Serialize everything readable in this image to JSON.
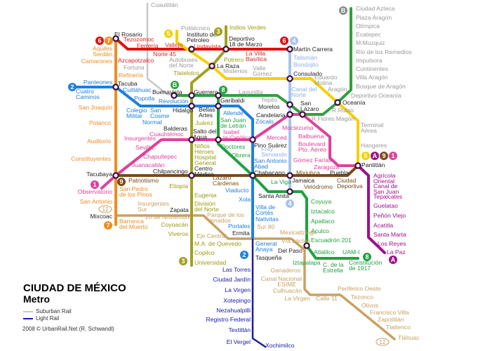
{
  "map": {
    "title": "CIUDAD DE MÉXICO",
    "subtitle": "Metro"
  },
  "legend": {
    "suburban": "Suburban Rail",
    "light_rail": "Light Rail",
    "copyright": "2008 © UrbanRail.Net (R. Schwandl)"
  },
  "colors": {
    "line1": "#e0409a",
    "line2": "#1e7fe0",
    "line3": "#a0a020",
    "line4": "#a8c4ee",
    "line5": "#f5d000",
    "line6": "#e01010",
    "line7": "#f08c20",
    "line8": "#20a040",
    "line9": "#7a4a1a",
    "lineA": "#a0108a",
    "lineB": "#30a040",
    "line12": "#c8a060",
    "light_rail": "#1a1aa8",
    "suburban": "#bbbbbb"
  },
  "badges": [
    "6",
    "7",
    "5",
    "3",
    "6",
    "4",
    "B",
    "2",
    "B",
    "8",
    "1",
    "9",
    "7",
    "3",
    "2",
    "4",
    "8",
    "A",
    "5",
    "A",
    "9",
    "1",
    "12",
    "12"
  ],
  "stations": [
    "Cuautitlán",
    "El Rosario",
    "Tezozomoc",
    "Ferrería",
    "Vallejo",
    "Norte 45",
    "Azcapotzalco",
    "Fortuna",
    "Aquiles\nSerdán",
    "Camarones",
    "Refinería",
    "Panteones",
    "Tacuba",
    "Cuatro\nCaminos",
    "Cuitláhuac",
    "Popotla",
    "San Joaquín",
    "Colegio\nMilitar",
    "Normal",
    "San\nCosme",
    "Buenavista",
    "Revolución",
    "Hidalgo",
    "Guerrero",
    "Garibaldi",
    "Lagunilla",
    "Bellas\nArtes",
    "Juárez",
    "Balderas",
    "Cuauhtémoc",
    "Insurgentes",
    "Salto del\nAgua",
    "Allende",
    "San Juan\nde Letrán",
    "Isabel\nla Católica",
    "Zócalo",
    "Pino Suárez",
    "Merced",
    "Fray\nServando",
    "San Antonio\nAbad",
    "Doctores",
    "Obrera",
    "Niños\nHéroes",
    "Hospital\nGeneral",
    "Centro\nMédico",
    "Chilpancingo",
    "Sevilla",
    "Chapultepec",
    "Juanacatlán",
    "Constituyentes",
    "Auditorio",
    "Polanco",
    "Tacubaya",
    "Observatorio",
    "Patriotismo",
    "San Pedro\nde los Pinos",
    "San Antonio",
    "Mixcoac",
    "Barranca\ndel Muerto",
    "Insurgentes\nSur",
    "20 de Noviembre",
    "Zapata",
    "Etiopía",
    "Eugenia",
    "División\ndel Norte",
    "Coyoacán",
    "Viveros",
    "Parque de los\nVenados",
    "Eje Central",
    "M.A. de Quevedo",
    "Copilco",
    "Universidad",
    "Lázaro\nCárdenas",
    "Viaducto",
    "Xola",
    "Villa de\nCortés",
    "Nativitas",
    "Portales",
    "Ermita",
    "Sur 80",
    "Mexicaltzingo",
    "Vía Láctea",
    "General\nAnaya",
    "Del Paso",
    "Tasqueña",
    "Las Torres",
    "Ciudad Jardín",
    "La Virgen",
    "Xotepingo",
    "Nezahualpilli",
    "Registro Federal",
    "Textitlán",
    "El Vergel",
    "Xochimilco",
    "Iztapalapa",
    "Ganaderos",
    "Canal Nacional",
    "ESIME",
    "Culhuacán",
    "La Virgen",
    "Calle 11",
    "Periférico Oeste",
    "Tezonco",
    "Olivos",
    "Francisco Villa",
    "Zapotitlán",
    "Tlaltenco",
    "Tláhuac",
    "Atlalilco",
    "C. de la\nEstrella",
    "UAM-I",
    "Constitución\nde 1917",
    "La Viga",
    "Santa Anita",
    "Coyuya",
    "Iztacalco",
    "Apatlaco",
    "Aculco",
    "Escuadrón 201",
    "Jamaica",
    "Velódromo",
    "Ciudad\nDeportiva",
    "Mixiuhca",
    "Puebla",
    "Chabacano",
    "Martín Carrera",
    "Talismán",
    "Bondojito",
    "Consulado",
    "Canal del\nNorte",
    "Tepito",
    "Morelos",
    "San\nLázaro",
    "Candelaria",
    "R.Rubio",
    "R.Flores Magón",
    "Moctezuma",
    "Balbuena",
    "Boulevard\nPto. Aéreo",
    "Gómez Farías",
    "Zaragoza",
    "Terminal\nAérea",
    "Hangares",
    "Pantitlán",
    "Eduardo\nMolina",
    "Aragón",
    "Oceanía",
    "Deportivo Oceanía",
    "Valle\nGómez",
    "La Villa\nBasílica",
    "Deportivo\n18 de Marzo",
    "Indios Verdes",
    "Politécnico",
    "Instituto del\nPetroleo",
    "Lindavista",
    "Autobuses\ndel Norte",
    "Tlatelolco",
    "La Raza",
    "Potrero",
    "Misterios",
    "Ciudad Azteca",
    "Plaza Aragón",
    "Olímpica",
    "Ecatepec",
    "M.Muzquiz",
    "Río de los Remedios",
    "Impulsora",
    "Continentes",
    "Villa Aragón",
    "Bosque de Aragón",
    "Agrícola\nOriental",
    "Canal de\nSan Juan",
    "Tepalcates",
    "Guelatao",
    "Peñón Viejo",
    "Acatitla",
    "Santa Marta",
    "Los Reyes",
    "La Paz"
  ]
}
